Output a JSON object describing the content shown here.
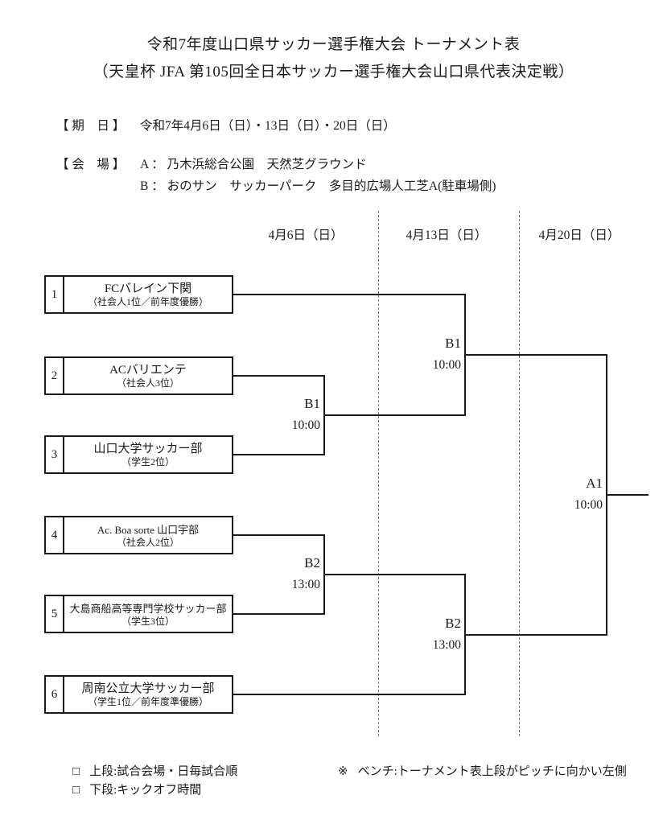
{
  "title": "令和7年度山口県サッカー選手権大会 トーナメント表",
  "subtitle": "（天皇杯 JFA 第105回全日本サッカー選手権大会山口県代表決定戦）",
  "info": {
    "date_label": "【 期　日 】",
    "date_value": "令和7年4月6日（日）・13日（日）・20日（日）",
    "venue_label": "【 会　場 】",
    "venue_a": "A ： 乃木浜総合公園　天然芝グラウンド",
    "venue_b": "B ： おのサン　サッカーパーク　多目的広場人工芝A(駐車場側)"
  },
  "columns": [
    "4月6日（日）",
    "4月13日（日）",
    "4月20日（日）"
  ],
  "teams": [
    {
      "seed": "1",
      "name": "FCバレイン下関",
      "note": "（社会人1位／前年度優勝）"
    },
    {
      "seed": "2",
      "name": "ACバリエンテ",
      "note": "（社会人3位）"
    },
    {
      "seed": "3",
      "name": "山口大学サッカー部",
      "note": "（学生2位）"
    },
    {
      "seed": "4",
      "name": "Ac. Boa sorte 山口宇部",
      "note": "（社会人2位）"
    },
    {
      "seed": "5",
      "name": "大島商船高等専門学校サッカー部",
      "note": "（学生3位）"
    },
    {
      "seed": "6",
      "name": "周南公立大学サッカー部",
      "note": "（学生1位／前年度準優勝）"
    }
  ],
  "matches": {
    "r1_b1": {
      "code": "B1",
      "time": "10:00"
    },
    "r1_b2": {
      "code": "B2",
      "time": "13:00"
    },
    "sf_b1": {
      "code": "B1",
      "time": "10:00"
    },
    "sf_b2": {
      "code": "B2",
      "time": "13:00"
    },
    "final": {
      "code": "A1",
      "time": "10:00"
    }
  },
  "legend": {
    "item1_icon": "□",
    "item1_text": "上段:試合会場・日毎試合順",
    "item2_icon": "□",
    "item2_text": "下段:キックオフ時間",
    "note_icon": "※",
    "note_text": "ベンチ:トーナメント表上段がピッチに向かい左側"
  }
}
